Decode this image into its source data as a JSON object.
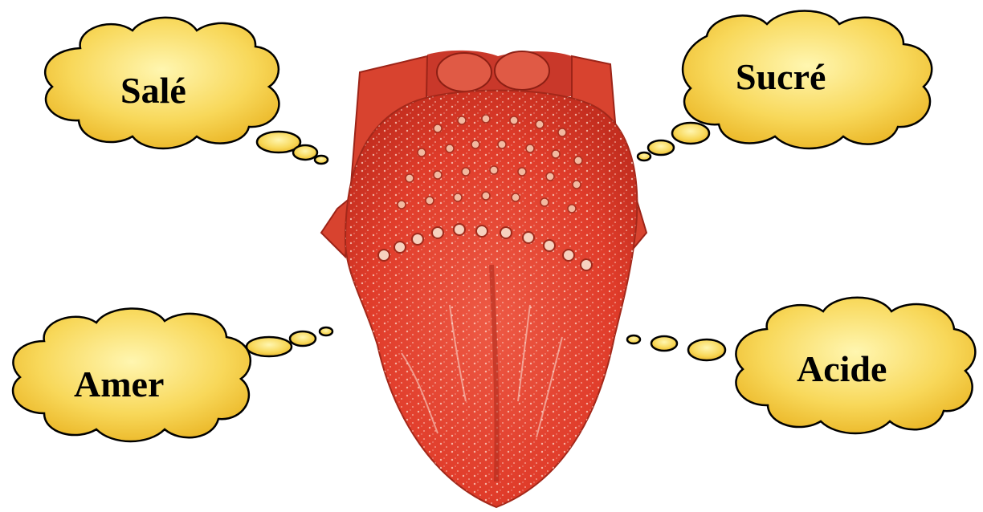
{
  "tastes": {
    "sale": "Salé",
    "sucre": "Sucré",
    "amer": "Amer",
    "acide": "Acide"
  },
  "colors": {
    "cloud_fill_light": "#fff3a0",
    "cloud_fill_dark": "#f1c232",
    "cloud_stroke": "#000000",
    "tongue_base": "#e2412e",
    "tongue_dark": "#b52a1c",
    "papilla": "#f7c9b0"
  }
}
